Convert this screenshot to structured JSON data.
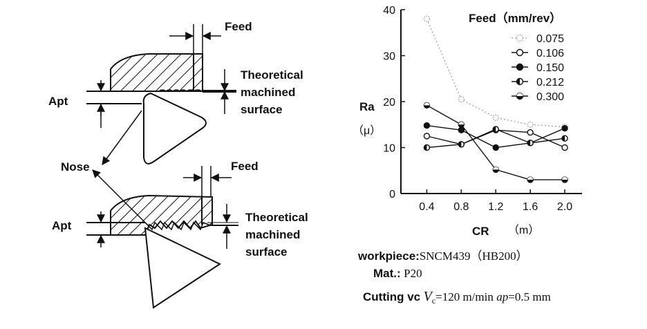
{
  "diagram": {
    "top": {
      "feed_label": "Feed",
      "apt_label": "Apt",
      "surface_label": [
        "Theoretical",
        "machined",
        "surface"
      ]
    },
    "nose_label": "Nose",
    "bottom": {
      "feed_label": "Feed",
      "apt_label": "Apt",
      "surface_label": [
        "Theoretical",
        "machined",
        "surface"
      ]
    }
  },
  "caption": {
    "workpiece_label": "workpiece:",
    "workpiece_value": "SNCM439（HB200）",
    "mat_label": "Mat.:",
    "mat_value": "P20",
    "cutting_label": "Cutting vc",
    "vc_symbol": "V",
    "vc_sub": "c",
    "vc_value": "=120 m/min",
    "ap_symbol": "ap",
    "ap_value": "=0.5 mm"
  },
  "chart_data": {
    "type": "line",
    "ylabel": "Ra",
    "ylabel_unit": "（μ）",
    "xlabel": "CR",
    "xlabel_unit": "（m）",
    "x": [
      0.4,
      0.8,
      1.2,
      1.6,
      2.0
    ],
    "x_ticks": [
      "0.4",
      "0.8",
      "1.2",
      "1.6",
      "2.0"
    ],
    "y_ticks": [
      "0",
      "10",
      "20",
      "30",
      "40"
    ],
    "ylim": [
      0,
      40
    ],
    "xlim": [
      0.1,
      2.2
    ],
    "grid": false,
    "legend_title": "Feed（mm/rev）",
    "legend_position": "top-right",
    "series": [
      {
        "name": "0.075",
        "marker": "dotted",
        "values": [
          38,
          20.5,
          16.5,
          15,
          14.5
        ]
      },
      {
        "name": "0.106",
        "marker": "open",
        "values": [
          12.5,
          10.7,
          13.8,
          13.3,
          10
        ]
      },
      {
        "name": "0.150",
        "marker": "filled",
        "values": [
          14.8,
          13.8,
          10,
          11,
          14.2
        ]
      },
      {
        "name": "0.212",
        "marker": "half",
        "values": [
          10,
          10.7,
          14,
          11,
          12
        ]
      },
      {
        "name": "0.300",
        "marker": "half-dark",
        "values": [
          19.2,
          15,
          5.2,
          3,
          3
        ]
      }
    ]
  }
}
